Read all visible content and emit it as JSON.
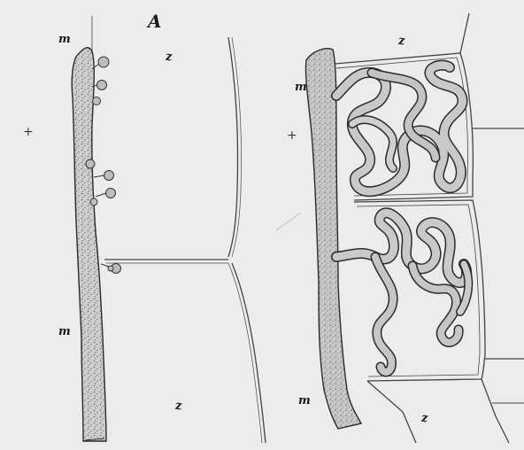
{
  "plate": {
    "figure_label": "A",
    "left_panel": {
      "labels": {
        "m_top": "m",
        "m_bottom": "m",
        "z_top": "z",
        "z_bottom": "z",
        "margin_mark": "+"
      }
    },
    "right_panel": {
      "labels": {
        "m_top": "m",
        "m_bottom": "m",
        "z_top": "z",
        "z_bottom": "z",
        "margin_mark": "+"
      }
    },
    "colors": {
      "paper": "#ececec",
      "ink": "#2b2b2b",
      "hypha_fill": "#c8c8c8"
    }
  }
}
